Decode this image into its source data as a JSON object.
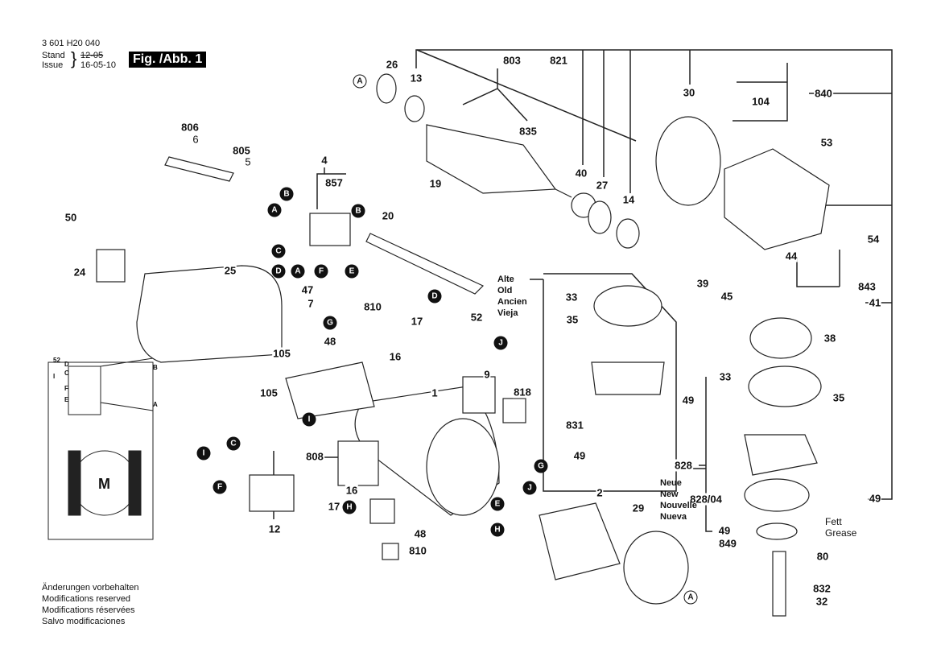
{
  "header": {
    "part_number": "3 601 H20 040",
    "stand_label": "Stand",
    "issue_label": "Issue",
    "old_date": "12-05",
    "issue_date": "16-05-10",
    "figure_label": "Fig. /Abb. 1"
  },
  "callouts": [
    "26",
    "13",
    "803",
    "821",
    "30",
    "840",
    "104",
    "835",
    "806",
    "6",
    "805",
    "5",
    "4",
    "857",
    "53",
    "40",
    "27",
    "14",
    "19",
    "20",
    "50",
    "54",
    "44",
    "24",
    "25",
    "47",
    "7",
    "39",
    "45",
    "843",
    "41",
    "810",
    "17",
    "52",
    "48",
    "16",
    "105",
    "105",
    "38",
    "33",
    "35",
    "33",
    "35",
    "1",
    "9",
    "818",
    "49",
    "831",
    "49",
    "808",
    "828",
    "2",
    "29",
    "16",
    "17",
    "48",
    "810",
    "12",
    "828/04",
    "49",
    "49",
    "849",
    "80",
    "832",
    "32"
  ],
  "connectors": [
    "A",
    "B",
    "A",
    "B",
    "C",
    "D",
    "A",
    "F",
    "E",
    "G",
    "D",
    "J",
    "I",
    "C",
    "I",
    "F",
    "G",
    "J",
    "E",
    "H",
    "H",
    "A"
  ],
  "old_version": [
    "Alte",
    "Old",
    "Ancien",
    "Vieja"
  ],
  "new_version": [
    "Neue",
    "New",
    "Nouvelle",
    "Nueva"
  ],
  "grease": [
    "Fett",
    "Grease"
  ],
  "schematic": {
    "labels": [
      "52",
      "D",
      "C",
      "I",
      "F",
      "E",
      "B",
      "A"
    ],
    "motor": "M"
  },
  "footer": [
    "Änderungen vorbehalten",
    "Modifications reserved",
    "Modifications réservées",
    "Salvo modificaciones"
  ]
}
